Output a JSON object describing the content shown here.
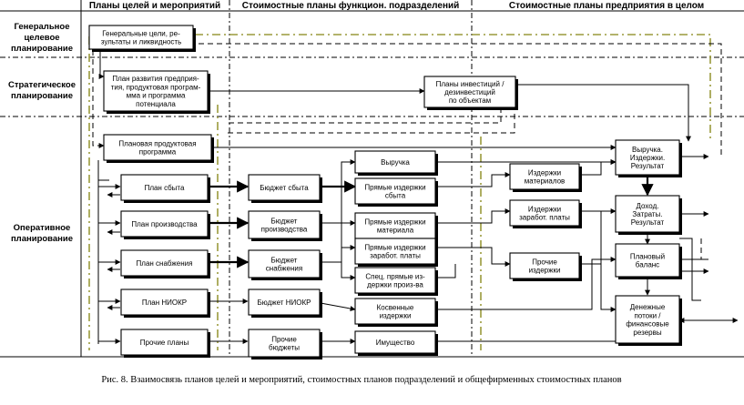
{
  "headers": {
    "col1": "Планы целей и мероприятий",
    "col2": "Стоимостные планы функцион. подразделений",
    "col3": "Стоимостные планы предприятия в целом"
  },
  "levels": {
    "general": [
      "Генеральное",
      "целевое",
      "планирование"
    ],
    "strategic": [
      "Стратегическое",
      "планирование"
    ],
    "operative": [
      "Оперативное",
      "планирование"
    ]
  },
  "boxes": {
    "general_goals": [
      "Генеральные цели, ре-",
      "зультаты и ликвидность"
    ],
    "strategic_plan": [
      "План развития предприя-",
      "тия, продуктовая програм-",
      "мма и программа",
      "потенциала"
    ],
    "investments": [
      "Планы инвестиций /",
      "дезинвестиций",
      "по объектам"
    ],
    "product_program": [
      "Плановая продуктовая",
      "программа"
    ],
    "plan_sales": [
      "План сбыта"
    ],
    "plan_production": [
      "План производства"
    ],
    "plan_supply": [
      "План снабжения"
    ],
    "plan_rnd": [
      "План НИОКР"
    ],
    "plan_other": [
      "Прочие планы"
    ],
    "budget_sales": [
      "Бюджет сбыта"
    ],
    "budget_production": [
      "Бюджет",
      "производства"
    ],
    "budget_supply": [
      "Бюджет",
      "снабжения"
    ],
    "budget_rnd": [
      "Бюджет НИОКР"
    ],
    "budget_other": [
      "Прочие",
      "бюджеты"
    ],
    "revenue": [
      "Выручка"
    ],
    "direct_sales": [
      "Прямые издержки",
      "сбыта"
    ],
    "direct_materials": [
      "Прямые издержки",
      "материала"
    ],
    "direct_wages": [
      "Прямые издержки",
      "заработ. платы"
    ],
    "special_direct": [
      "Спец. прямые из-",
      "держки произ-ва"
    ],
    "indirect": [
      "Косвенные",
      "издержки"
    ],
    "property": [
      "Имущество"
    ],
    "cost_materials": [
      "Издержки",
      "материалов"
    ],
    "cost_wages": [
      "Издержки",
      "заработ. платы"
    ],
    "other_costs": [
      "Прочие",
      "издержки"
    ],
    "rev_costs_result": [
      "Выручка.",
      "Издержки.",
      "Результат"
    ],
    "income_costs_result": [
      "Доход.",
      "Затраты.",
      "Результат"
    ],
    "plan_balance": [
      "Плановый",
      "баланс"
    ],
    "cash_flows": [
      "Денежные",
      "потоки /",
      "финансовые",
      "резервы"
    ]
  },
  "caption": "Рис. 8. Взаимосвязь планов целей и мероприятий, стоимостных планов подразделений и общефирменных стоимостных планов"
}
